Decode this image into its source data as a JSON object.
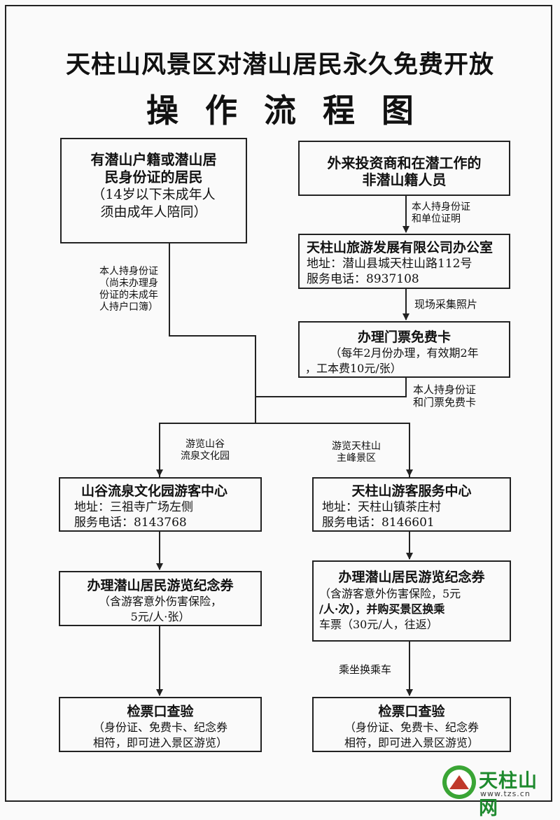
{
  "title": {
    "line1": "天柱山风景区对潜山居民永久免费开放",
    "line2": "操作流程图"
  },
  "boxes": {
    "residents": {
      "lines": [
        "有潜山户籍或潜山居",
        "民身份证的居民",
        "（14岁以下未成年人",
        "须由成年人陪同）"
      ]
    },
    "investors": {
      "lines": [
        "外来投资商和在潜工作的",
        "非潜山籍人员"
      ]
    },
    "office": {
      "lines": [
        "天柱山旅游发展有限公司办公室",
        "地址：潜山县城天柱山路112号",
        "服务电话：8937108"
      ]
    },
    "free_card": {
      "lines": [
        "办理门票免费卡",
        "（每年2月份办理，有效期2年",
        "，工本费10元/张）"
      ]
    },
    "valley_center": {
      "lines": [
        "山谷流泉文化园游客中心",
        "地址：三祖寺广场左侧",
        "服务电话：8143768"
      ]
    },
    "main_center": {
      "lines": [
        "天柱山游客服务中心",
        "地址：天柱山镇茶庄村",
        "服务电话：8146601"
      ]
    },
    "valley_voucher": {
      "lines": [
        "办理潜山居民游览纪念券",
        "（含游客意外伤害保险，",
        "5元/人·张）"
      ]
    },
    "main_voucher": {
      "lines": [
        "办理潜山居民游览纪念券",
        "（含游客意外伤害保险，5元",
        "/人·次），并购买景区换乘",
        "车票（30元/人，往返）"
      ]
    },
    "check_left": {
      "lines": [
        "检票口查验",
        "（身份证、免费卡、纪念券",
        "相符，即可进入景区游览）"
      ]
    },
    "check_right": {
      "lines": [
        "检票口查验",
        "（身份证、免费卡、纪念券",
        "相符，即可进入景区游览）"
      ]
    }
  },
  "labels": {
    "id_and_company_proof": [
      "本人持身份证",
      "和单位证明"
    ],
    "photo_on_site": "现场采集照片",
    "id_and_free_card": [
      "本人持身份证",
      "和门票免费卡"
    ],
    "resident_id": [
      "本人持身份证",
      "（尚未办理身",
      "份证的未成年",
      "人持户口簿）"
    ],
    "tour_valley": [
      "游览山谷",
      "流泉文化园"
    ],
    "tour_main_peak": [
      "游览天柱山",
      "主峰景区"
    ],
    "take_shuttle": "乘坐换乘车"
  },
  "logo": {
    "name": "天柱山网",
    "url": "www.tzs.cn"
  },
  "colors": {
    "line": "#222222",
    "logo_green": "#1e8a2e",
    "logo_red": "#c0392b"
  }
}
